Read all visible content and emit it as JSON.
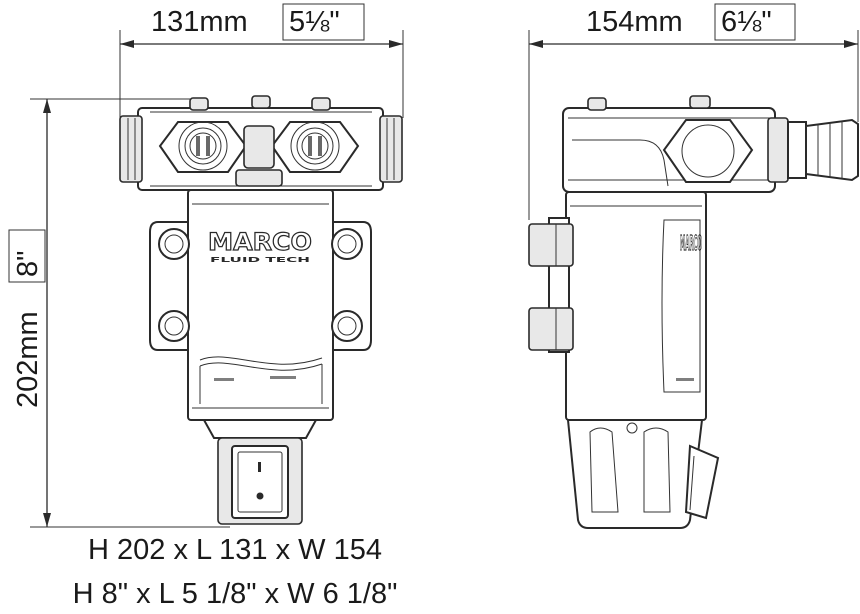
{
  "dimensions": {
    "width_front": {
      "value": "131mm",
      "imperial": "5⅛\""
    },
    "width_side": {
      "value": "154mm",
      "imperial": "6⅛\""
    },
    "height": {
      "value": "202mm",
      "imperial": "8\""
    }
  },
  "summary": {
    "metric": "H 202 x L 131 x W 154",
    "imperial": "H 8\" x L 5 1/8\" x W 6 1/8\""
  },
  "logo": {
    "brand": "MARCO",
    "tagline": "FLUID TECH"
  }
}
